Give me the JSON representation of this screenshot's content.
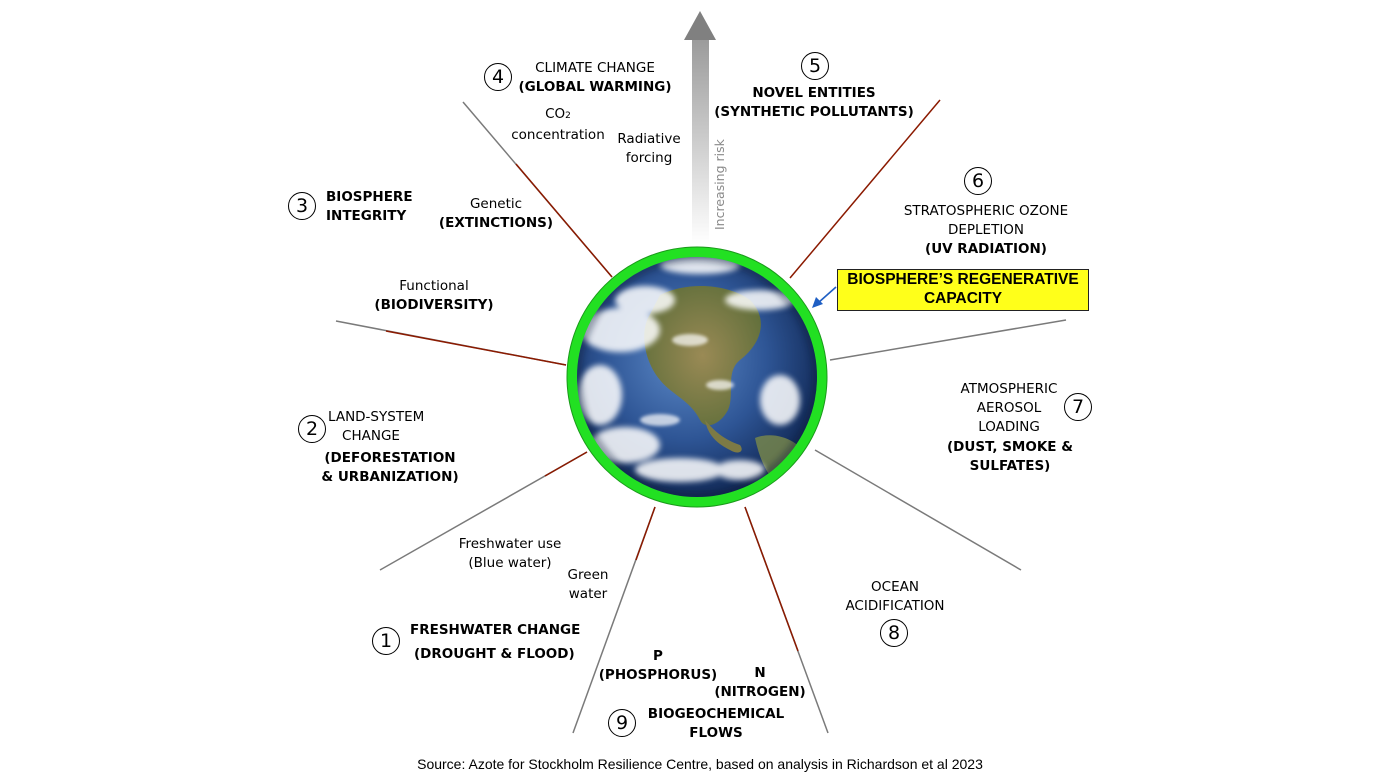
{
  "risk_label": "Increasing risk",
  "regenerative_label": "BIOSPHERE’S REGENERATIVE CAPACITY",
  "source": "Source: Azote for Stockholm Resilience Centre, based on analysis in Richardson et al 2023",
  "colors": {
    "ring": "#22e022",
    "callout_fill": "#ffff1a",
    "spoke_gray": "#7a7a7a",
    "spoke_red": "#8b1a00",
    "callout_arrow": "#1f5fc4"
  },
  "boundaries": {
    "b1": {
      "num": "1",
      "line1": "FRESHWATER CHANGE",
      "line2": "(DROUGHT & FLOOD)"
    },
    "b2": {
      "num": "2",
      "line1": "LAND-SYSTEM",
      "line2": "CHANGE",
      "line3": "(DEFORESTATION",
      "line4": "& URBANIZATION)"
    },
    "b3": {
      "num": "3",
      "line1": "BIOSPHERE",
      "line2": "INTEGRITY"
    },
    "b4": {
      "num": "4",
      "line1": "CLIMATE CHANGE",
      "line2": "(GLOBAL WARMING)"
    },
    "b5": {
      "num": "5",
      "line1": "NOVEL ENTITIES",
      "line2": "(SYNTHETIC POLLUTANTS)"
    },
    "b6": {
      "num": "6",
      "line1": "STRATOSPHERIC OZONE",
      "line2": "DEPLETION",
      "line3": "(UV RADIATION)"
    },
    "b7": {
      "num": "7",
      "line1": "ATMOSPHERIC",
      "line2": "AEROSOL",
      "line3": "LOADING",
      "line4": "(DUST, SMOKE &",
      "line5": "SULFATES)"
    },
    "b8": {
      "num": "8",
      "line1": "OCEAN",
      "line2": "ACIDIFICATION"
    },
    "b9": {
      "num": "9",
      "line1": "BIOGEOCHEMICAL",
      "line2": "FLOWS"
    }
  },
  "sublabels": {
    "co2_a": "CO",
    "co2_sub": "2",
    "co2_b": "concentration",
    "radiative_1": "Radiative",
    "radiative_2": "forcing",
    "genetic_1": "Genetic",
    "genetic_2": "(EXTINCTIONS)",
    "functional_1": "Functional",
    "functional_2": "(BIODIVERSITY)",
    "blue_1": "Freshwater use",
    "blue_2": "(Blue water)",
    "green_1": "Green",
    "green_2": "water",
    "p_1": "P",
    "p_2": "(PHOSPHORUS)",
    "n_1": "N",
    "n_2": "(NITROGEN)"
  }
}
